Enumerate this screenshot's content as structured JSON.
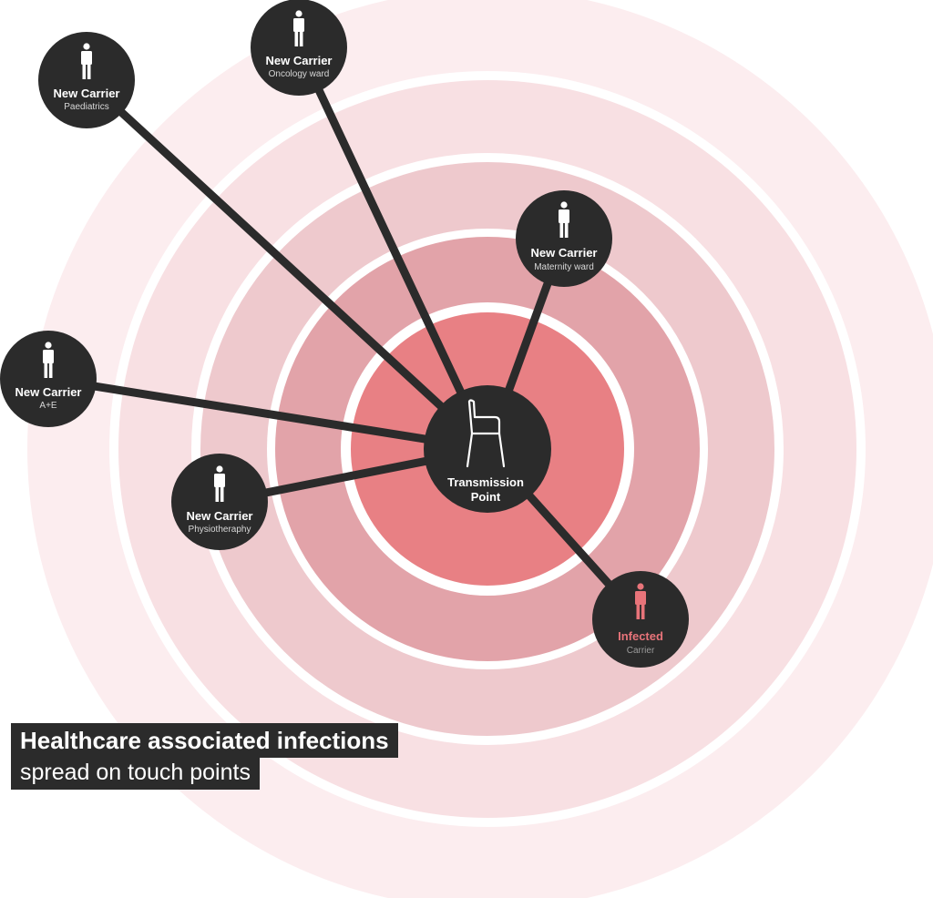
{
  "colors": {
    "ring_outer": "#fcedef",
    "ring_mid": "#eec9cd",
    "ring_inner": "#e2a3a9",
    "ring_core": "#e88084",
    "ring_gap": "#ffffff",
    "node_fill": "#2b2b2b",
    "link": "#2b2b2b",
    "person_icon": "#ffffff",
    "infected_icon": "#e8747a"
  },
  "hub": {
    "icon": "chair-icon",
    "title_line1": "Transmission",
    "title_line2": "Point"
  },
  "nodes": [
    {
      "id": "paediatrics",
      "icon": "person-icon",
      "title": "New Carrier",
      "subtitle": "Paediatrics"
    },
    {
      "id": "oncology",
      "icon": "person-icon",
      "title": "New Carrier",
      "subtitle": "Oncology ward"
    },
    {
      "id": "maternity",
      "icon": "person-icon",
      "title": "New Carrier",
      "subtitle": "Maternity ward"
    },
    {
      "id": "ae",
      "icon": "person-icon",
      "title": "New Carrier",
      "subtitle": "A+E"
    },
    {
      "id": "physio",
      "icon": "person-icon",
      "title": "New Carrier",
      "subtitle": "Physiotheraphy"
    },
    {
      "id": "infected",
      "icon": "person-icon",
      "title": "Infected",
      "subtitle": "Carrier"
    }
  ],
  "caption": {
    "line1": "Healthcare associated infections",
    "line2": "spread on touch points"
  }
}
